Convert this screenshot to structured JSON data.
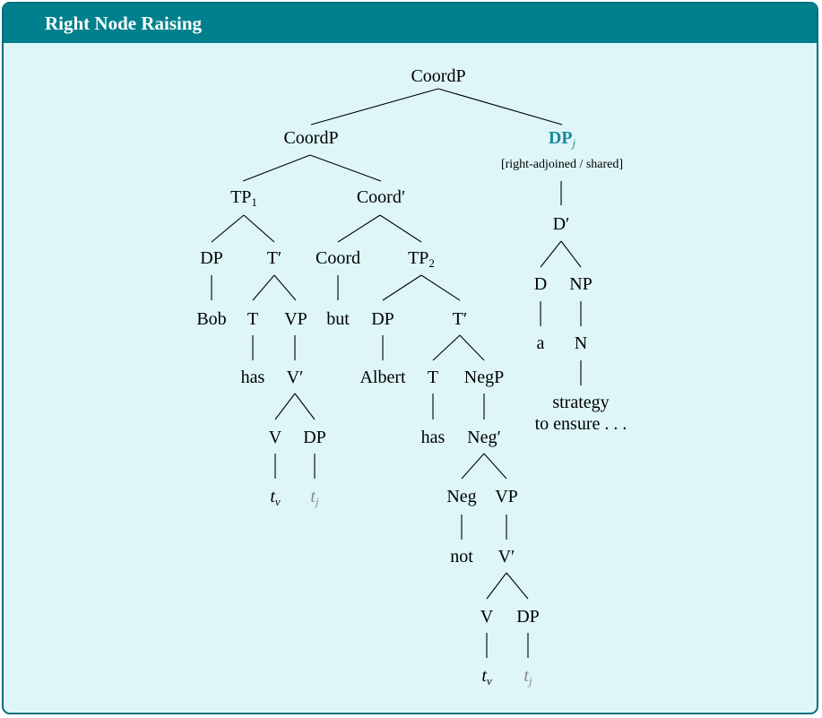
{
  "panel": {
    "title": "Right Node Raising"
  },
  "tree": {
    "coordp_root": "CoordP",
    "coordp": "CoordP",
    "tp1": "TP",
    "tp1_sub": "1",
    "coord_bar": "Coord′",
    "dp_bob": "DP",
    "bob": "Bob",
    "t_bar_1": "T′",
    "t_1": "T",
    "has_1": "has",
    "vp_1": "VP",
    "v_bar_1": "V′",
    "v_1": "V",
    "dp_1": "DP",
    "t_v_1": "t",
    "t_v_1_sub": "v",
    "t_j_1": "t",
    "t_j_1_sub": "j",
    "coord": "Coord",
    "but": "but",
    "tp2": "TP",
    "tp2_sub": "2",
    "dp_albert": "DP",
    "albert": "Albert",
    "t_bar_2": "T′",
    "t_2": "T",
    "has_2": "has",
    "negp": "NegP",
    "neg_bar": "Neg′",
    "neg": "Neg",
    "not": "not",
    "vp_2": "VP",
    "v_bar_2": "V′",
    "v_2": "V",
    "dp_2": "DP",
    "t_v_2": "t",
    "t_v_2_sub": "v",
    "t_j_2": "t",
    "t_j_2_sub": "j",
    "dp_j": "DP",
    "dp_j_sub": "j",
    "note": "[right-adjoined / shared]",
    "d_bar": "D′",
    "d": "D",
    "a": "a",
    "np": "NP",
    "n": "N",
    "strategy": "strategy",
    "to_ensure": "to ensure . . ."
  },
  "colors": {
    "header": "#00808d",
    "panel_bg": "#def6f8",
    "border": "#00707d",
    "highlight": "#1a8a99",
    "trace": "#888888"
  }
}
